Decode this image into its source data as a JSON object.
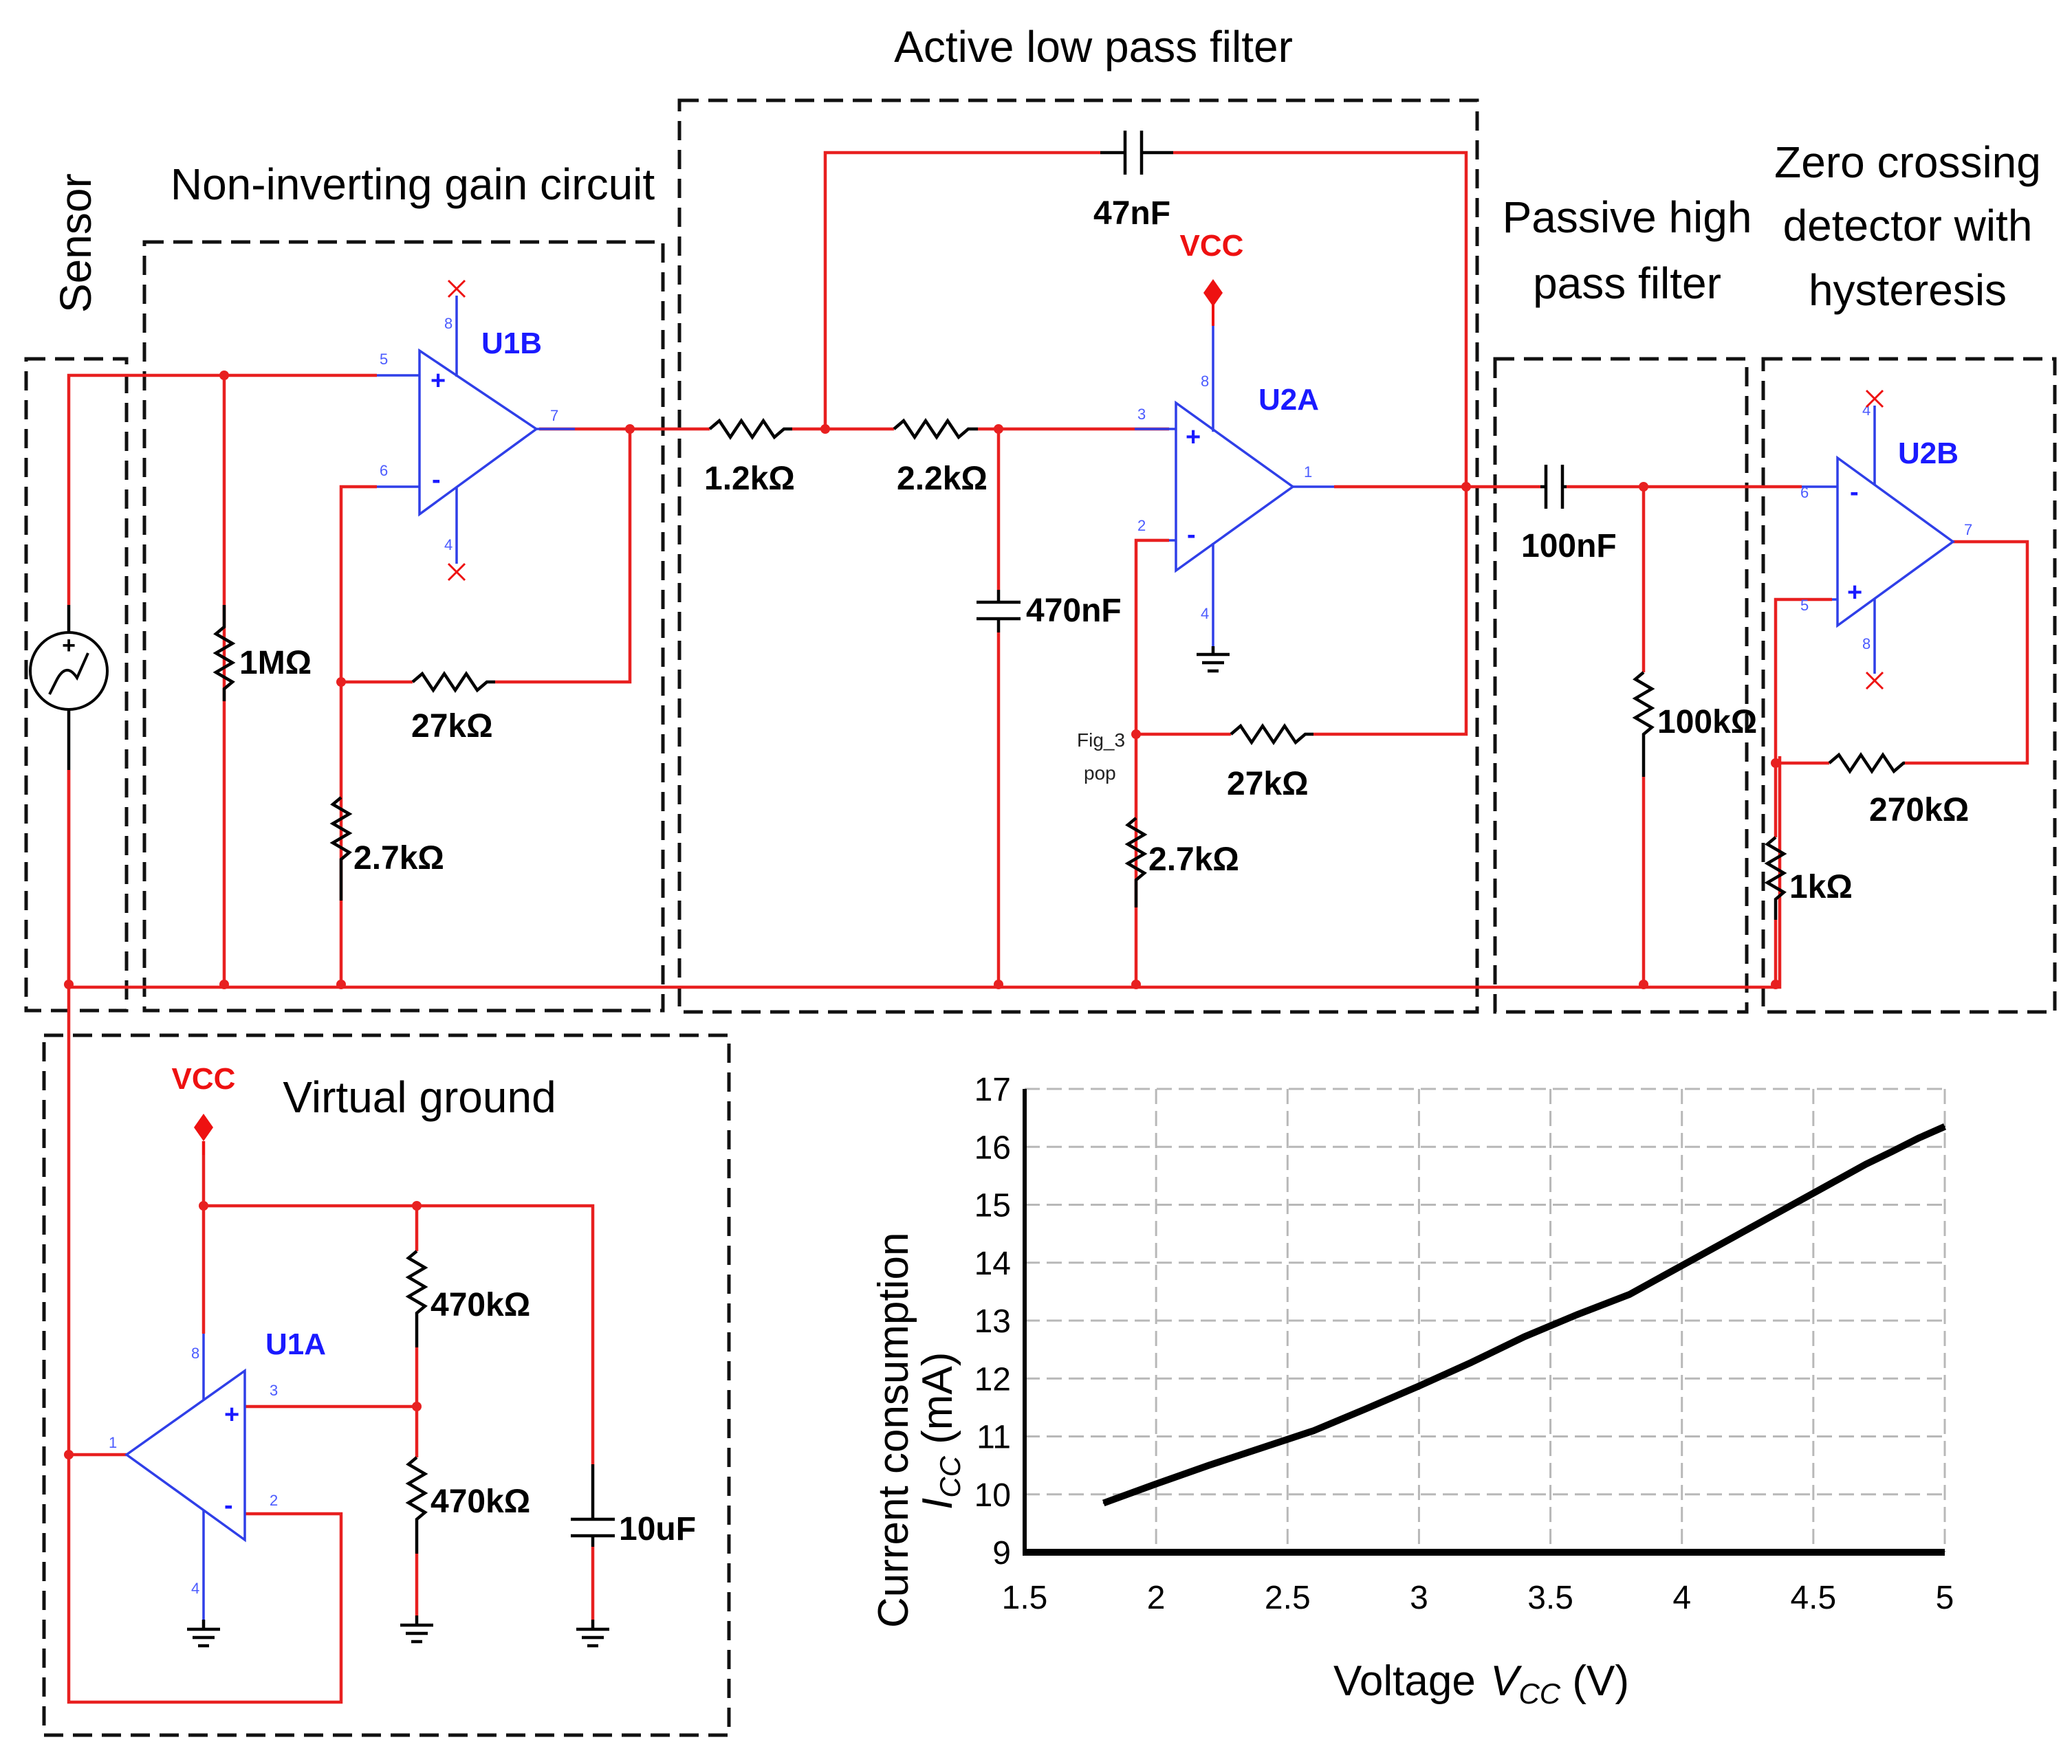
{
  "blocks": {
    "sensor": "Sensor",
    "gain": "Non-inverting gain circuit",
    "lowpass": "Active low pass filter",
    "highpass_l1": "Passive high",
    "highpass_l2": "pass filter",
    "zc_l1": "Zero crossing",
    "zc_l2": "detector with",
    "zc_l3": "hysteresis",
    "vground": "Virtual ground"
  },
  "components": {
    "u1b": "U1B",
    "u2a": "U2A",
    "u2b": "U2B",
    "u1a": "U1A",
    "vcc": "VCC",
    "r_1M": "1MΩ",
    "r_27k_a": "27kΩ",
    "r_2k7_a": "2.7kΩ",
    "r_1k2": "1.2kΩ",
    "r_2k2": "2.2kΩ",
    "c_47n": "47nF",
    "c_470n": "470nF",
    "r_27k_b": "27kΩ",
    "r_2k7_b": "2.7kΩ",
    "c_100n": "100nF",
    "r_100k": "100kΩ",
    "r_270k": "270kΩ",
    "r_1k": "1kΩ",
    "r_470k_a": "470kΩ",
    "r_470k_b": "470kΩ",
    "c_10u": "10uF",
    "probe_l1": "Fig_3",
    "probe_l2": "pop"
  },
  "pins": {
    "u1b_plus": "5",
    "u1b_minus": "6",
    "u1b_out": "7",
    "u1b_vp": "8",
    "u1b_vn": "4",
    "u2a_plus": "3",
    "u2a_minus": "2",
    "u2a_out": "1",
    "u2a_vp": "8",
    "u2a_vn": "4",
    "u2b_minus": "6",
    "u2b_plus": "5",
    "u2b_out": "7",
    "u2b_vp": "4",
    "u2b_vn": "8",
    "u1a_plus": "3",
    "u1a_minus": "2",
    "u1a_out": "1",
    "u1a_vp": "8",
    "u1a_vn": "4"
  },
  "chart_data": {
    "type": "line",
    "xlabel": "Voltage V_CC (V)",
    "xlabel_main": "Voltage",
    "xlabel_var": "V",
    "xlabel_sub": "CC",
    "xlabel_unit": "(V)",
    "ylabel": "Current consumption I_CC (mA)",
    "ylabel_main": "Current consumption",
    "ylabel_var": "I",
    "ylabel_sub": "CC",
    "ylabel_unit": "(mA)",
    "xlim": [
      1.5,
      5
    ],
    "ylim": [
      9,
      17
    ],
    "xticks": [
      "1.5",
      "2",
      "2.5",
      "3",
      "3.5",
      "4",
      "4.5",
      "5"
    ],
    "yticks": [
      "9",
      "10",
      "11",
      "12",
      "13",
      "14",
      "15",
      "16",
      "17"
    ],
    "grid": true,
    "series": [
      {
        "x": [
          1.8,
          2.0,
          2.2,
          2.4,
          2.6,
          2.8,
          3.0,
          3.2,
          3.4,
          3.6,
          3.8,
          4.0,
          4.2,
          4.4,
          4.6,
          4.7,
          4.8,
          4.9,
          5.0
        ],
        "y": [
          9.85,
          10.18,
          10.5,
          10.8,
          11.1,
          11.48,
          11.87,
          12.28,
          12.72,
          13.1,
          13.45,
          13.95,
          14.45,
          14.95,
          15.45,
          15.7,
          15.92,
          16.15,
          16.35
        ]
      }
    ]
  }
}
